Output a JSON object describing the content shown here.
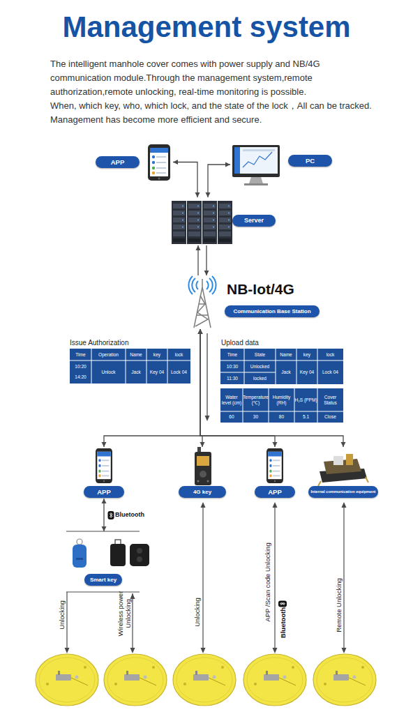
{
  "diagram": {
    "title": "Management system",
    "nodes": [
      {
        "text": [
          "APP"
        ]
      },
      {
        "text": [
          "PC"
        ]
      },
      {
        "text": [
          "Server"
        ]
      },
      {
        "text": [
          "NB-Iot/4G",
          "Communication Base Station"
        ]
      },
      {
        "text": [
          "APP"
        ]
      },
      {
        "text": [
          "4G key"
        ]
      },
      {
        "text": [
          "APP"
        ]
      },
      {
        "text": [
          "Internal communication equipment"
        ]
      },
      {
        "text": [
          "Smart key"
        ]
      }
    ],
    "edges": [
      {
        "from": 0,
        "to": 2,
        "arrow": "both"
      },
      {
        "from": 1,
        "to": 2,
        "arrow": "both"
      },
      {
        "from": 3,
        "to": 2,
        "arrow": "to"
      },
      {
        "from": 2,
        "to": 3,
        "arrow": "to"
      },
      {
        "from": 3,
        "to": 4,
        "arrow": "both"
      },
      {
        "from": 3,
        "to": 5,
        "arrow": "both"
      },
      {
        "from": 3,
        "to": 6,
        "arrow": "both"
      },
      {
        "from": 3,
        "to": 7,
        "arrow": "both"
      },
      {
        "from": 4,
        "to": 8,
        "label": "Bluetooth",
        "arrow": "both"
      }
    ],
    "labels": [
      "The intelligent manhole cover comes with power supply and NB/4G communication module.Through the management system,remote authorization,remote unlocking, real-time monitoring is possible.",
      "When, which key, who, which lock, and the state of the lock，All can be tracked. Management has become more efficient and secure.",
      "Issue Authorization",
      "Time",
      "Operation",
      "Name",
      "key",
      "lock",
      "10:20",
      "14:20",
      "Unlock",
      "Jack",
      "Key 04",
      "Lock 04",
      "Upload data",
      "Time",
      "State",
      "Name",
      "key",
      "lock",
      "10:30",
      "Unlocked",
      "11:30",
      "locked",
      "Jack",
      "Key 04",
      "Lock 04",
      "Water level (cm)",
      "Temperature (℃)",
      "Humidity (RH)",
      "H₂S (PPM)",
      "Cover Status",
      "60",
      "30",
      "80",
      "5.1",
      "Close",
      "Unlocking",
      "Wireless power Unlocking",
      "Unlocking",
      "APP /Scan code Unlocking",
      "Bluetooth",
      "Remote Unlocking"
    ]
  }
}
